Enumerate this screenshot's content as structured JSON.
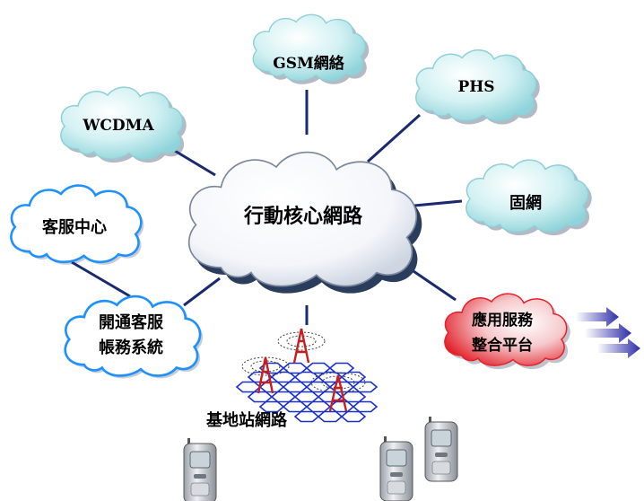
{
  "core": {
    "label": "行動核心網路"
  },
  "networks": {
    "gsm": "GSM網絡",
    "phs": "PHS",
    "wcdma": "WCDMA",
    "fixed": "固網"
  },
  "customer_service": "客服中心",
  "billing": {
    "line1": "開通客服",
    "line2": "帳務系統"
  },
  "app_platform": {
    "line1": "應用服務",
    "line2": "整合平台"
  },
  "base_station": "基地站網路",
  "colors": {
    "teal_cloud": "#bfe9ec",
    "white_cloud": "#ffffff",
    "cloud_shadow": "#2a3d5c",
    "blue_outline": "#1e90ff",
    "red_cloud": "#e8202a",
    "connector": "#1a2a6e",
    "arrow": "#3a3ab0",
    "hex": "#1a30c8"
  }
}
